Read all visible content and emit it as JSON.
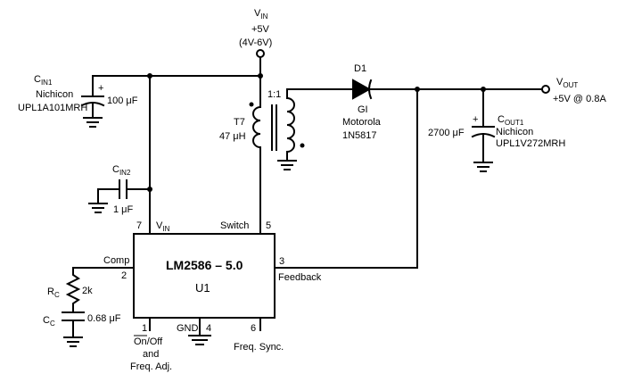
{
  "vin": {
    "label": "V",
    "sub": "IN",
    "voltage": "+5V",
    "range": "(4V-6V)"
  },
  "cin1": {
    "label": "C",
    "sub": "IN1",
    "maker": "Nichicon",
    "part": "UPL1A101MRH",
    "value": "100 μF",
    "plus": "+"
  },
  "cin2": {
    "label": "C",
    "sub": "IN2",
    "value": "1 μF"
  },
  "t7": {
    "ratio": "1:1",
    "name": "T7",
    "value": "47 μH"
  },
  "d1": {
    "name": "D1",
    "maker1": "GI",
    "maker2": "Motorola",
    "part": "1N5817"
  },
  "vout": {
    "label": "V",
    "sub": "OUT",
    "spec": "+5V @ 0.8A"
  },
  "cout1": {
    "label": "C",
    "sub": "OUT1",
    "maker": "Nichicon",
    "part": "UPL1V272MRH",
    "value": "2700 μF",
    "plus": "+"
  },
  "rc": {
    "label": "R",
    "sub": "C",
    "value": "2k"
  },
  "cc": {
    "label": "C",
    "sub": "C",
    "value": "0.68 μF"
  },
  "ic": {
    "name": "LM2586 – 5.0",
    "ref": "U1",
    "pins": {
      "p7": {
        "num": "7",
        "label": "V",
        "sub": "IN"
      },
      "p5": {
        "num": "5",
        "label": "Switch"
      },
      "p2": {
        "num": "2",
        "label": "Comp"
      },
      "p3": {
        "num": "3",
        "label": "Feedback"
      },
      "p1": {
        "num": "1",
        "label_over": "On",
        "label_rest": "/Off",
        "line2": "and",
        "line3": "Freq. Adj."
      },
      "p4": {
        "num": "4",
        "label": "GND"
      },
      "p6": {
        "num": "6",
        "label": "Freq. Sync."
      }
    }
  }
}
